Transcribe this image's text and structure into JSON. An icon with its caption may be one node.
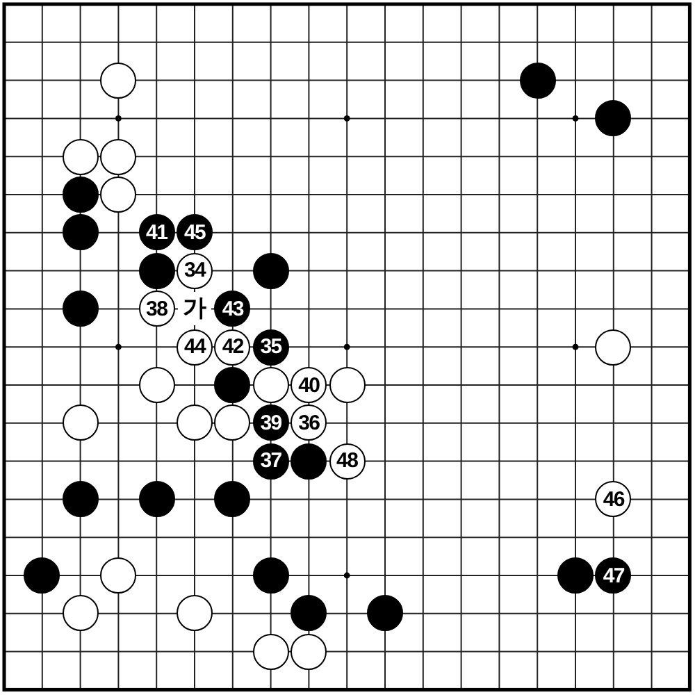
{
  "diagram": {
    "nodes": [
      {
        "text": [],
        "shape": "circle"
      },
      {
        "text": [],
        "shape": "circle"
      },
      {
        "text": [],
        "shape": "circle"
      },
      {
        "text": [],
        "shape": "circle"
      },
      {
        "text": [],
        "shape": "circle"
      },
      {
        "text": [],
        "shape": "circle"
      },
      {
        "text": [],
        "shape": "circle"
      },
      {
        "text": [],
        "shape": "circle"
      },
      {
        "text": [
          "41"
        ]
      },
      {
        "text": [
          "45"
        ]
      },
      {
        "text": [],
        "shape": "circle"
      },
      {
        "text": [
          "34"
        ]
      },
      {
        "text": [],
        "shape": "circle"
      },
      {
        "text": [],
        "shape": "circle"
      },
      {
        "text": [
          "38"
        ]
      },
      {
        "text": [
          "43"
        ]
      },
      {
        "text": [
          "44"
        ]
      },
      {
        "text": [
          "42"
        ]
      },
      {
        "text": [
          "35"
        ]
      },
      {
        "text": [],
        "shape": "circle"
      },
      {
        "text": [],
        "shape": "circle"
      },
      {
        "text": [],
        "shape": "circle"
      },
      {
        "text": [],
        "shape": "circle"
      },
      {
        "text": [
          "40"
        ]
      },
      {
        "text": [],
        "shape": "circle"
      },
      {
        "text": [],
        "shape": "circle"
      },
      {
        "text": [],
        "shape": "circle"
      },
      {
        "text": [],
        "shape": "circle"
      },
      {
        "text": [
          "39"
        ]
      },
      {
        "text": [
          "36"
        ]
      },
      {
        "text": [
          "37"
        ]
      },
      {
        "text": [],
        "shape": "circle"
      },
      {
        "text": [
          "48"
        ]
      },
      {
        "text": [],
        "shape": "circle"
      },
      {
        "text": [],
        "shape": "circle"
      },
      {
        "text": [],
        "shape": "circle"
      },
      {
        "text": [
          "46"
        ]
      },
      {
        "text": [],
        "shape": "circle"
      },
      {
        "text": [],
        "shape": "circle"
      },
      {
        "text": [],
        "shape": "circle"
      },
      {
        "text": [],
        "shape": "circle"
      },
      {
        "text": [
          "47"
        ]
      },
      {
        "text": [],
        "shape": "circle"
      },
      {
        "text": [],
        "shape": "circle"
      },
      {
        "text": [],
        "shape": "circle"
      },
      {
        "text": [],
        "shape": "circle"
      },
      {
        "text": [],
        "shape": "circle"
      },
      {
        "text": [],
        "shape": "circle"
      }
    ],
    "labels": [
      "가"
    ]
  }
}
